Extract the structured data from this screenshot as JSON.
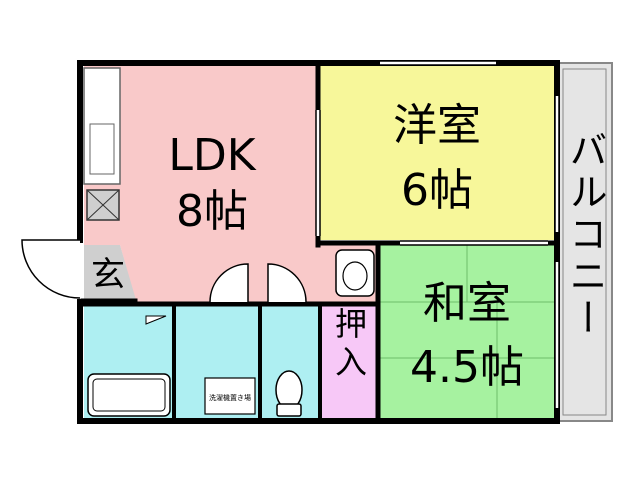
{
  "rooms": {
    "ldk": {
      "name": "LDK",
      "size": "8帖",
      "color": "#f9c9c9"
    },
    "western": {
      "name": "洋室",
      "size": "6帖",
      "color": "#f7f79a"
    },
    "japanese": {
      "name": "和室",
      "size": "4.5帖",
      "color": "#a6f2a0"
    },
    "closet": {
      "label": "押入",
      "color": "#f7c8f7"
    },
    "entrance": {
      "label": "玄"
    },
    "balcony": {
      "label": "バルコニー",
      "color": "#e5e5e5"
    },
    "bath": {
      "color": "#aeeff2"
    },
    "washer": {
      "label": "洗濯機置き場"
    }
  }
}
